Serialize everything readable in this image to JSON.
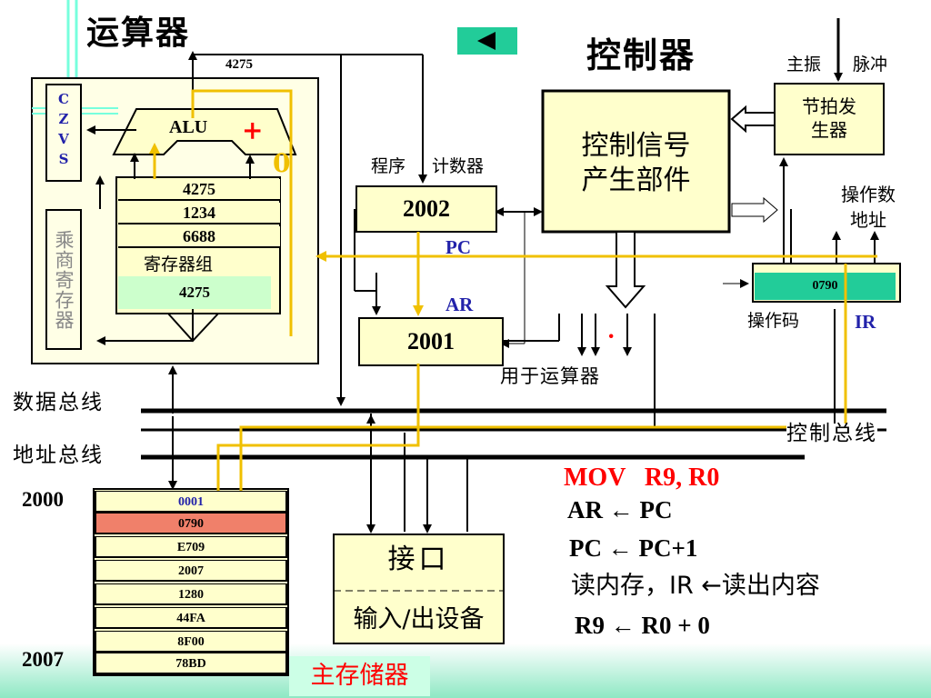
{
  "title_alu_section": "运算器",
  "title_control_section": "控制器",
  "alu": {
    "label": "ALU",
    "plus_sign": "+",
    "carry_zero": "0",
    "output_value": "4275",
    "flags": [
      "C",
      "Z",
      "V",
      "S"
    ]
  },
  "mul_div_register": "乘商寄存器",
  "register_group": {
    "rows": [
      "4275",
      "1234",
      "6688"
    ],
    "label": "寄存器组",
    "result_value": "4275"
  },
  "program_counter": {
    "caption_program": "程序",
    "caption_counter": "计数器",
    "value": "2002",
    "label": "PC"
  },
  "address_register": {
    "value": "2001",
    "label": "AR"
  },
  "control_signal_unit": {
    "line1": "控制信号",
    "line2": "产生部件"
  },
  "clock": {
    "main_osc": "主振",
    "pulse": "脉冲",
    "gen_line1": "节拍发",
    "gen_line2": "生器"
  },
  "instruction_register": {
    "value": "0790",
    "opcode_label": "操作码",
    "label": "IR",
    "operand_addr_line1": "操作数",
    "operand_addr_line2": "地址"
  },
  "for_alu_note": "用于运算器",
  "dot_mark": "·",
  "buses": {
    "data": "数据总线",
    "address": "地址总线",
    "control": "控制总线"
  },
  "memory": {
    "start_address": "2000",
    "end_address": "2007",
    "cells": [
      "0001",
      "0790",
      "E709",
      "2007",
      "1280",
      "44FA",
      "8F00",
      "78BD"
    ],
    "highlighted_index": 1,
    "label": "主存储器"
  },
  "interface": {
    "label": "接口",
    "device": "输入/出设备"
  },
  "instruction_steps": {
    "instruction": "MOV   R9, R0",
    "steps": [
      "AR ← PC",
      "PC ← PC+1",
      "读内存，IR ←读出内容",
      "R9 ← R0 + 0"
    ]
  },
  "colors": {
    "yellow_path": "#f0c000",
    "cell_fill": "#ffffcc",
    "highlight_cell": "#f0806a",
    "ir_fill": "#22cc99",
    "nav_button": "#22cc99",
    "accent_red": "#ff0000",
    "accent_blue": "#2222aa",
    "result_fill": "#ccffcc",
    "memory_label_bg": "#ccffe6",
    "memory_label_text": "#ff0000"
  }
}
